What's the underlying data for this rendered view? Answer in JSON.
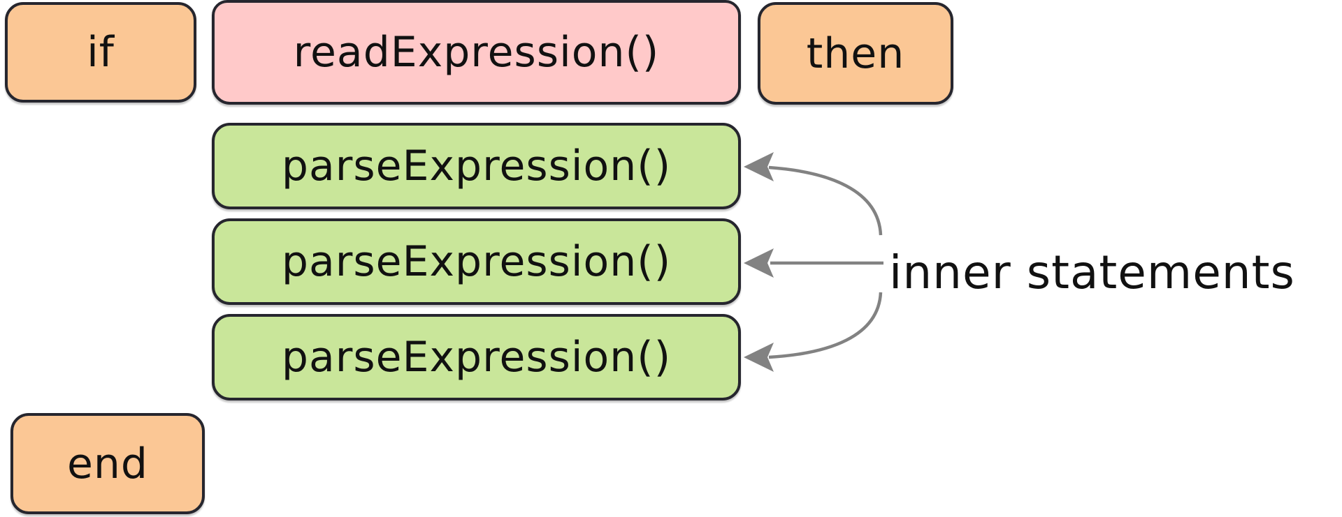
{
  "colors": {
    "keyword_fill": "#fbc795",
    "expression_fill": "#ffc9c9",
    "statement_fill": "#c9e69a",
    "border": "#26262e",
    "arrow": "#828282",
    "text": "#111111"
  },
  "boxes": {
    "if_keyword": {
      "label": "if"
    },
    "read_expression": {
      "label": "readExpression()"
    },
    "then_keyword": {
      "label": "then"
    },
    "parse_expression_1": {
      "label": "parseExpression()"
    },
    "parse_expression_2": {
      "label": "parseExpression()"
    },
    "parse_expression_3": {
      "label": "parseExpression()"
    },
    "end_keyword": {
      "label": "end"
    }
  },
  "annotation": {
    "label": "inner statements"
  }
}
